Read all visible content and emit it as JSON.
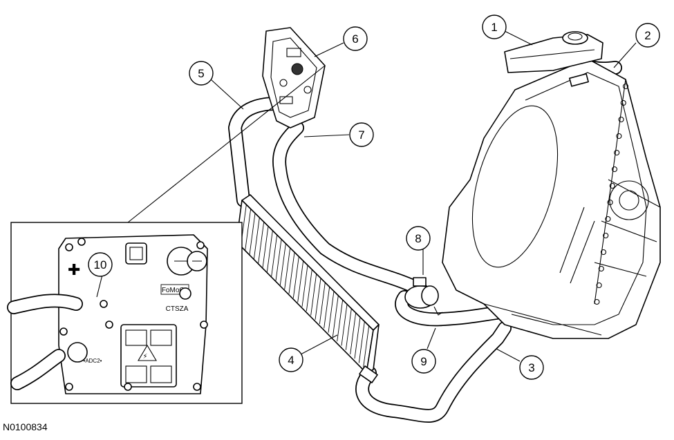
{
  "figure_id": "N0100834",
  "callouts": [
    {
      "label": "1"
    },
    {
      "label": "2"
    },
    {
      "label": "3"
    },
    {
      "label": "4"
    },
    {
      "label": "5"
    },
    {
      "label": "6"
    },
    {
      "label": "7"
    },
    {
      "label": "8"
    },
    {
      "label": "9"
    },
    {
      "label": "10"
    }
  ],
  "inset_labels": {
    "brand": "FoMoCo",
    "part_code": "CTSZA",
    "connector_tag": "•ADC2•"
  }
}
